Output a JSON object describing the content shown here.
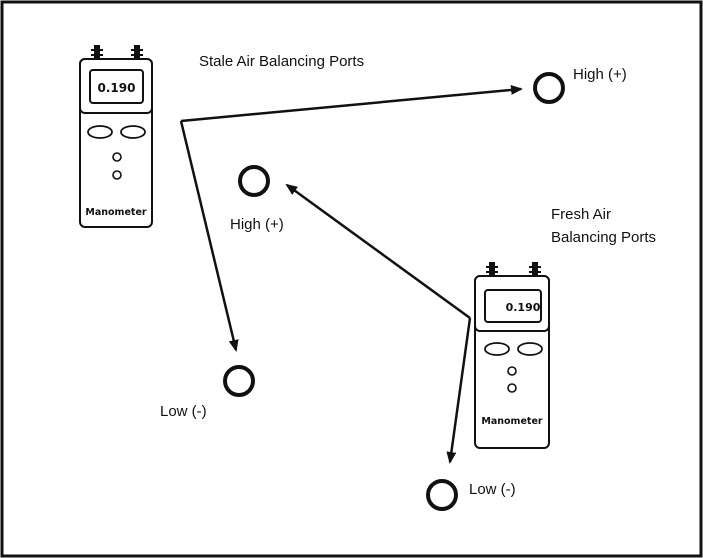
{
  "colors": {
    "ink": "#111111",
    "background": "#ffffff"
  },
  "stale": {
    "heading": "Stale Air Balancing Ports",
    "high_label": "High (+)",
    "low_label": "Low (-)",
    "manometer": {
      "reading": "0.190",
      "name": "Manometer"
    }
  },
  "fresh": {
    "heading_line1": "Fresh Air",
    "heading_line2": "Balancing Ports",
    "high_label": "High (+)",
    "low_label": "Low (-)",
    "manometer": {
      "reading": "0.190",
      "name": "Manometer"
    }
  }
}
